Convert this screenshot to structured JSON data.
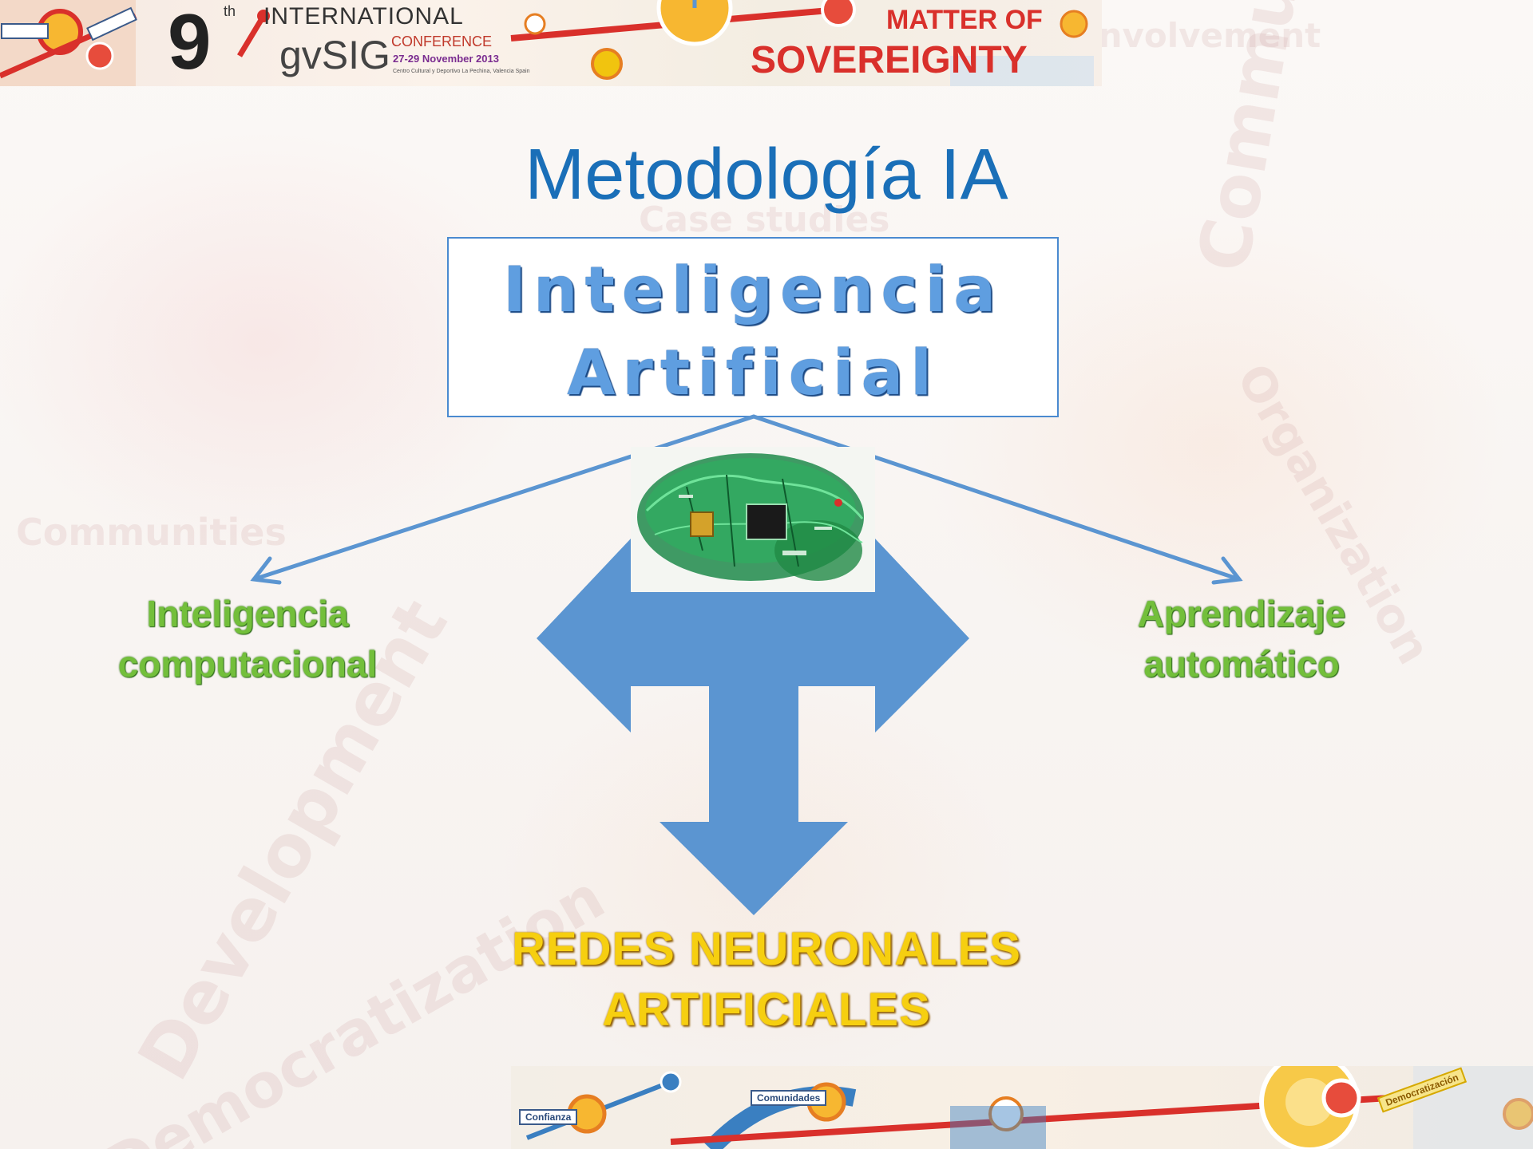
{
  "banner": {
    "edition": "9",
    "edition_suffix": "th",
    "line1": "INTERNATIONAL",
    "brand": "gvSIG",
    "line2": "CONFERENCE",
    "dates": "27-29 November 2013",
    "venue": "Centro Cultural y Deportivo La Pechina, Valencia Spain",
    "tagline_top": "MATTER OF",
    "tagline_bottom": "SOVEREIGNTY"
  },
  "slide": {
    "title": "Metodología IA",
    "box_line1": "Inteligencia",
    "box_line2": "Artificial",
    "left_line1": "Inteligencia",
    "left_line2": "computacional",
    "right_line1": "Aprendizaje",
    "right_line2": "automático",
    "bottom_line1": "REDES NEURONALES",
    "bottom_line2": "ARTIFICIALES"
  },
  "footer": {
    "tag1": "Confianza",
    "tag2": "Comunidades",
    "tag3": "Democratización"
  },
  "colors": {
    "title_blue": "#1a6fb8",
    "arrow_blue": "#5b95d1",
    "label_green": "#73bf3b",
    "label_gold": "#f6cf10",
    "banner_red": "#d9302b"
  }
}
